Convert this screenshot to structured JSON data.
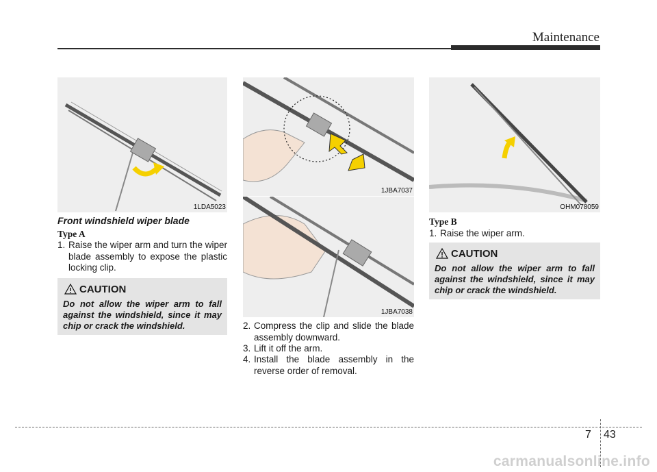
{
  "header": {
    "section_title": "Maintenance"
  },
  "figures": {
    "fig1_code": "1LDA5023",
    "fig2_code": "1JBA7037",
    "fig3_code": "1JBA7038",
    "fig4_code": "OHM078059"
  },
  "left": {
    "subtitle": "Front windshield wiper blade",
    "type_a": "Type A",
    "step1_num": "1.",
    "step1_text": "Raise the wiper arm and turn the wiper blade assembly to expose the plastic locking clip.",
    "caution_title": "CAUTION",
    "caution_text": "Do not allow the wiper arm to fall against the windshield, since it may chip or crack the windshield."
  },
  "middle": {
    "steps": [
      {
        "num": "2.",
        "text": "Compress the clip and slide the blade assembly downward."
      },
      {
        "num": "3.",
        "text": "Lift it off the arm."
      },
      {
        "num": "4.",
        "text": "Install the blade assembly in the reverse order of removal."
      }
    ]
  },
  "right": {
    "type_b": "Type B",
    "step1_num": "1.",
    "step1_text": "Raise the wiper arm.",
    "caution_title": "CAUTION",
    "caution_text": "Do not allow the wiper arm to fall against the windshield, since it may chip or crack the windshield."
  },
  "footer": {
    "chapter": "7",
    "page": "43",
    "watermark": "carmanualsonline.info"
  },
  "colors": {
    "arrow_yellow": "#f5d000",
    "panel_gray": "#eeeeee",
    "caution_gray": "#e4e4e4"
  }
}
